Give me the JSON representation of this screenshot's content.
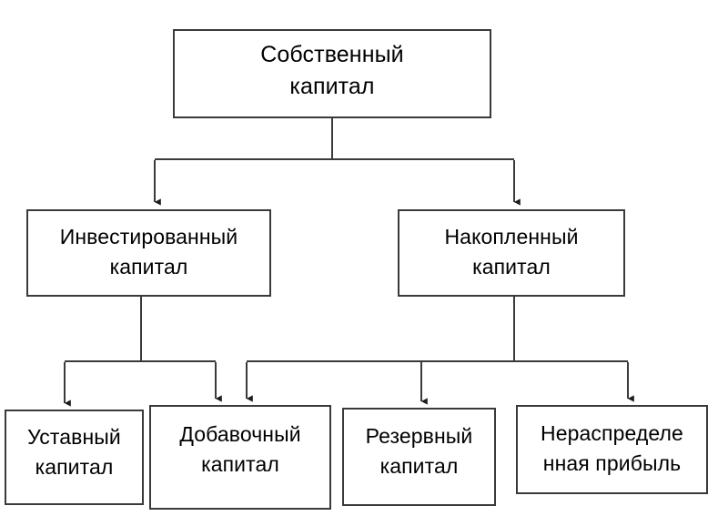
{
  "diagram": {
    "title": "Собственный капитал",
    "line_color": "#3a3a3a",
    "box_fill": "#ffffff",
    "text_color": "#000000",
    "nodes": {
      "root": {
        "label": "Собственный\nкапитал",
        "level": 1
      },
      "invested": {
        "label": "Инвестированный\nкапитал",
        "level": 2
      },
      "accumulated": {
        "label": "Накопленный\nкапитал",
        "level": 2
      },
      "charter": {
        "label": "Уставный\nкапитал",
        "level": 3
      },
      "additional": {
        "label": "Добавочный\nкапитал",
        "level": 3
      },
      "reserve": {
        "label": "Резервный\nкапитал",
        "level": 3
      },
      "retained": {
        "label": "Нераспределе\nнная прибыль",
        "level": 3
      }
    },
    "edges": [
      {
        "from": "root",
        "to": "invested"
      },
      {
        "from": "root",
        "to": "accumulated"
      },
      {
        "from": "invested",
        "to": "charter"
      },
      {
        "from": "invested",
        "to": "additional"
      },
      {
        "from": "accumulated",
        "to": "additional"
      },
      {
        "from": "accumulated",
        "to": "reserve"
      },
      {
        "from": "accumulated",
        "to": "retained"
      }
    ]
  }
}
